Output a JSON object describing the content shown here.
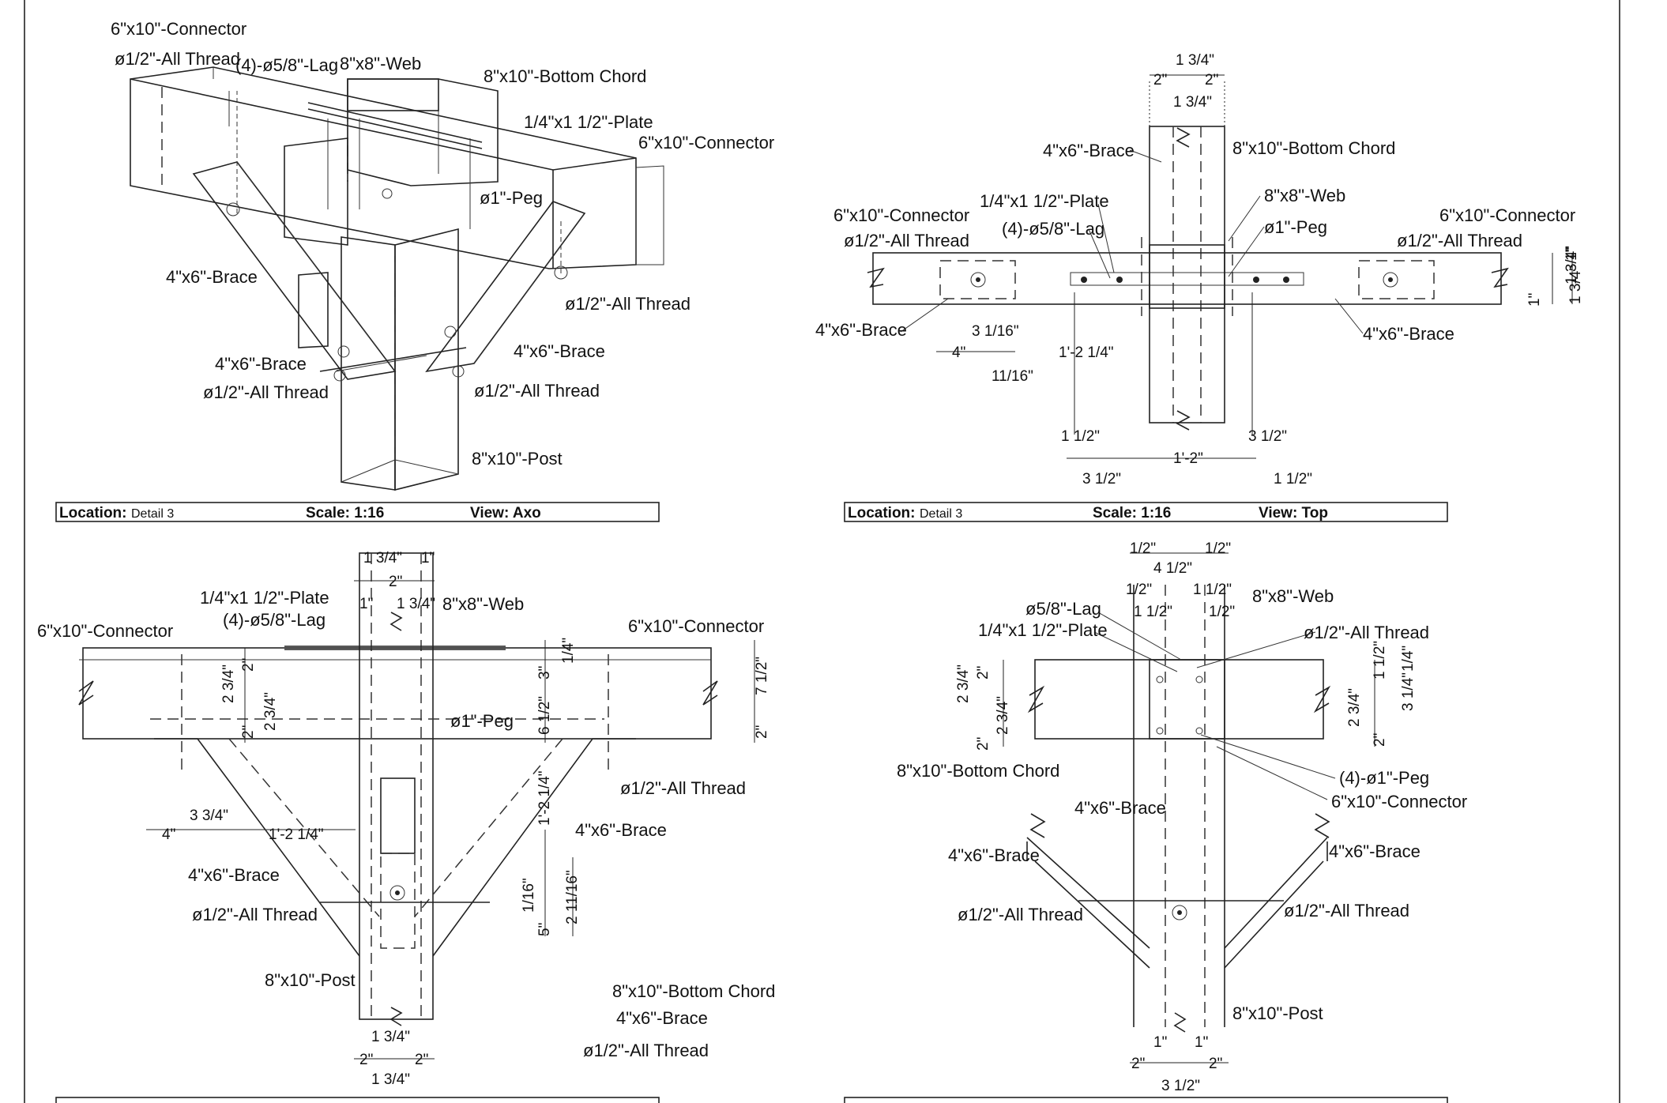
{
  "axo": {
    "labels": [
      "6\"x10\"-Connector",
      "ø1/2\"-All Thread",
      "(4)-ø5/8\"-Lag",
      "8\"x8\"-Web",
      "8\"x10\"-Bottom Chord",
      "1/4\"x1 1/2\"-Plate",
      "6\"x10\"-Connector",
      "ø1\"-Peg",
      "4\"x6\"-Brace",
      "ø1/2\"-All Thread",
      "4\"x6\"-Brace",
      "4\"x6\"-Brace",
      "ø1/2\"-All Thread",
      "ø1/2\"-All Thread",
      "8\"x10\"-Post"
    ],
    "title": {
      "location_key": "Location:",
      "location_value": "Detail 3",
      "scale": "Scale:  1:16",
      "view": "View: Axo"
    }
  },
  "top": {
    "labels": [
      "4\"x6\"-Brace",
      "8\"x10\"-Bottom Chord",
      "6\"x10\"-Connector",
      "ø1/2\"-All Thread",
      "1/4\"x1 1/2\"-Plate",
      "(4)-ø5/8\"-Lag",
      "8\"x8\"-Web",
      "ø1\"-Peg",
      "6\"x10\"-Connector",
      "ø1/2\"-All Thread",
      "4\"x6\"-Brace",
      "4\"x6\"-Brace"
    ],
    "dims": [
      "1 3/4\"",
      "2\"",
      "2\"",
      "1 3/4\"",
      "3 1/16\"",
      "4\"",
      "11/16\"",
      "1'-2 1/4\"",
      "1 1/2\"",
      "3 1/2\"",
      "1'-2\"",
      "3 1/2\"",
      "1 1/2\"",
      "1 3/4\"",
      "1\"",
      "1\"",
      "1 3/4\""
    ],
    "title": {
      "location_key": "Location:",
      "location_value": "Detail 3",
      "scale": "Scale:  1:16",
      "view": "View: Top"
    }
  },
  "bottom_left": {
    "labels": [
      "1/4\"x1 1/2\"-Plate",
      "(4)-ø5/8\"-Lag",
      "8\"x8\"-Web",
      "6\"x10\"-Connector",
      "6\"x10\"-Connector",
      "ø1\"-Peg",
      "ø1/2\"-All Thread",
      "4\"x6\"-Brace",
      "4\"x6\"-Brace",
      "ø1/2\"-All Thread",
      "8\"x10\"-Post",
      "8\"x10\"-Bottom Chord",
      "4\"x6\"-Brace",
      "ø1/2\"-All Thread"
    ],
    "dims": [
      "1 3/4\"",
      "1\"",
      "2\"",
      "1\"",
      "1 3/4\"",
      "2\"",
      "2 3/4\"",
      "2 3/4\"",
      "2\"",
      "3\"",
      "1/4\"",
      "6 1/2\"",
      "7 1/2\"",
      "2\"",
      "3 3/4\"",
      "4\"",
      "1'-2 1/4\"",
      "1'-2 1/4\"",
      "1/16\"",
      "2 11/16\"",
      "5\"",
      "1 3/4\"",
      "2\"",
      "2\"",
      "1 3/4\""
    ]
  },
  "bottom_right": {
    "labels": [
      "8\"x8\"-Web",
      "ø5/8\"-Lag",
      "1/4\"x1 1/2\"-Plate",
      "ø1/2\"-All Thread",
      "8\"x10\"-Bottom Chord",
      "(4)-ø1\"-Peg",
      "6\"x10\"-Connector",
      "4\"x6\"-Brace",
      "4\"x6\"-Brace",
      "4\"x6\"-Brace",
      "ø1/2\"-All Thread",
      "ø1/2\"-All Thread",
      "8\"x10\"-Post"
    ],
    "dims": [
      "1/2\"",
      "4 1/2\"",
      "1/2\"",
      "1/2\"",
      "1 1/2\"",
      "1 1/2\"",
      "1/2\"",
      "2 3/4\"",
      "2\"",
      "2 3/4\"",
      "2\"",
      "2 3/4\"",
      "2\"",
      "1 1/2\"",
      "1/4\"",
      "3 1/4\"",
      "1\"",
      "1\"",
      "2\"",
      "2\"",
      "3 1/2\""
    ]
  }
}
